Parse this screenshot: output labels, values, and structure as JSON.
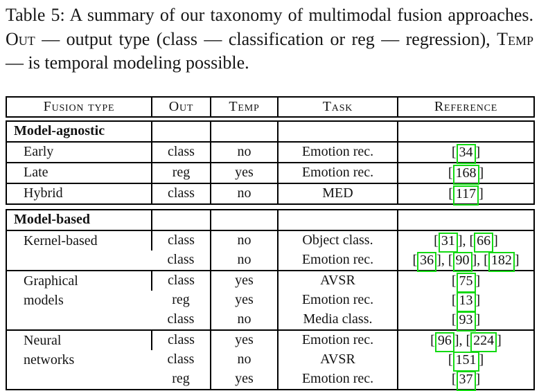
{
  "caption": {
    "part1": "Table 5: A summary of our taxonomy of multimodal fusion approaches. ",
    "sc1": "Out",
    "part2": " — output type (class — classification or reg — regression), ",
    "sc2": "Temp",
    "part3": " — is temporal modeling possible."
  },
  "header": {
    "fusion": "Fusion type",
    "out": "Out",
    "temp": "Temp",
    "task": "Task",
    "reference": "Reference"
  },
  "sections": {
    "agnostic": {
      "label": "Model-agnostic",
      "rows": {
        "early": {
          "fusion": "Early",
          "out": "class",
          "temp": "no",
          "task": "Emotion rec.",
          "refs": [
            "34"
          ]
        },
        "late": {
          "fusion": "Late",
          "out": "reg",
          "temp": "yes",
          "task": "Emotion rec.",
          "refs": [
            "168"
          ]
        },
        "hybrid": {
          "fusion": "Hybrid",
          "out": "class",
          "temp": "no",
          "task": "MED",
          "refs": [
            "117"
          ]
        }
      }
    },
    "based": {
      "label": "Model-based",
      "groups": {
        "kernel": {
          "fusion": "Kernel-based",
          "rows": [
            {
              "out": "class",
              "temp": "no",
              "task": "Object class.",
              "refs": [
                "31",
                "66"
              ]
            },
            {
              "out": "class",
              "temp": "no",
              "task": "Emotion rec.",
              "refs": [
                "36",
                "90",
                "182"
              ]
            }
          ]
        },
        "graphical": {
          "fusion": "Graphical\nmodels",
          "rows": [
            {
              "out": "class",
              "temp": "yes",
              "task": "AVSR",
              "refs": [
                "75"
              ]
            },
            {
              "out": "reg",
              "temp": "yes",
              "task": "Emotion rec.",
              "refs": [
                "13"
              ]
            },
            {
              "out": "class",
              "temp": "no",
              "task": "Media class.",
              "refs": [
                "93"
              ]
            }
          ]
        },
        "neural": {
          "fusion": "Neural\nnetworks",
          "rows": [
            {
              "out": "class",
              "temp": "yes",
              "task": "Emotion rec.",
              "refs": [
                "96",
                "224"
              ]
            },
            {
              "out": "class",
              "temp": "no",
              "task": "AVSR",
              "refs": [
                "151"
              ]
            },
            {
              "out": "reg",
              "temp": "yes",
              "task": "Emotion rec.",
              "refs": [
                "37"
              ]
            }
          ]
        }
      }
    }
  },
  "colors": {
    "citation_box": "#12d912",
    "border": "#000000",
    "text": "#131313",
    "background": "#ffffff"
  }
}
